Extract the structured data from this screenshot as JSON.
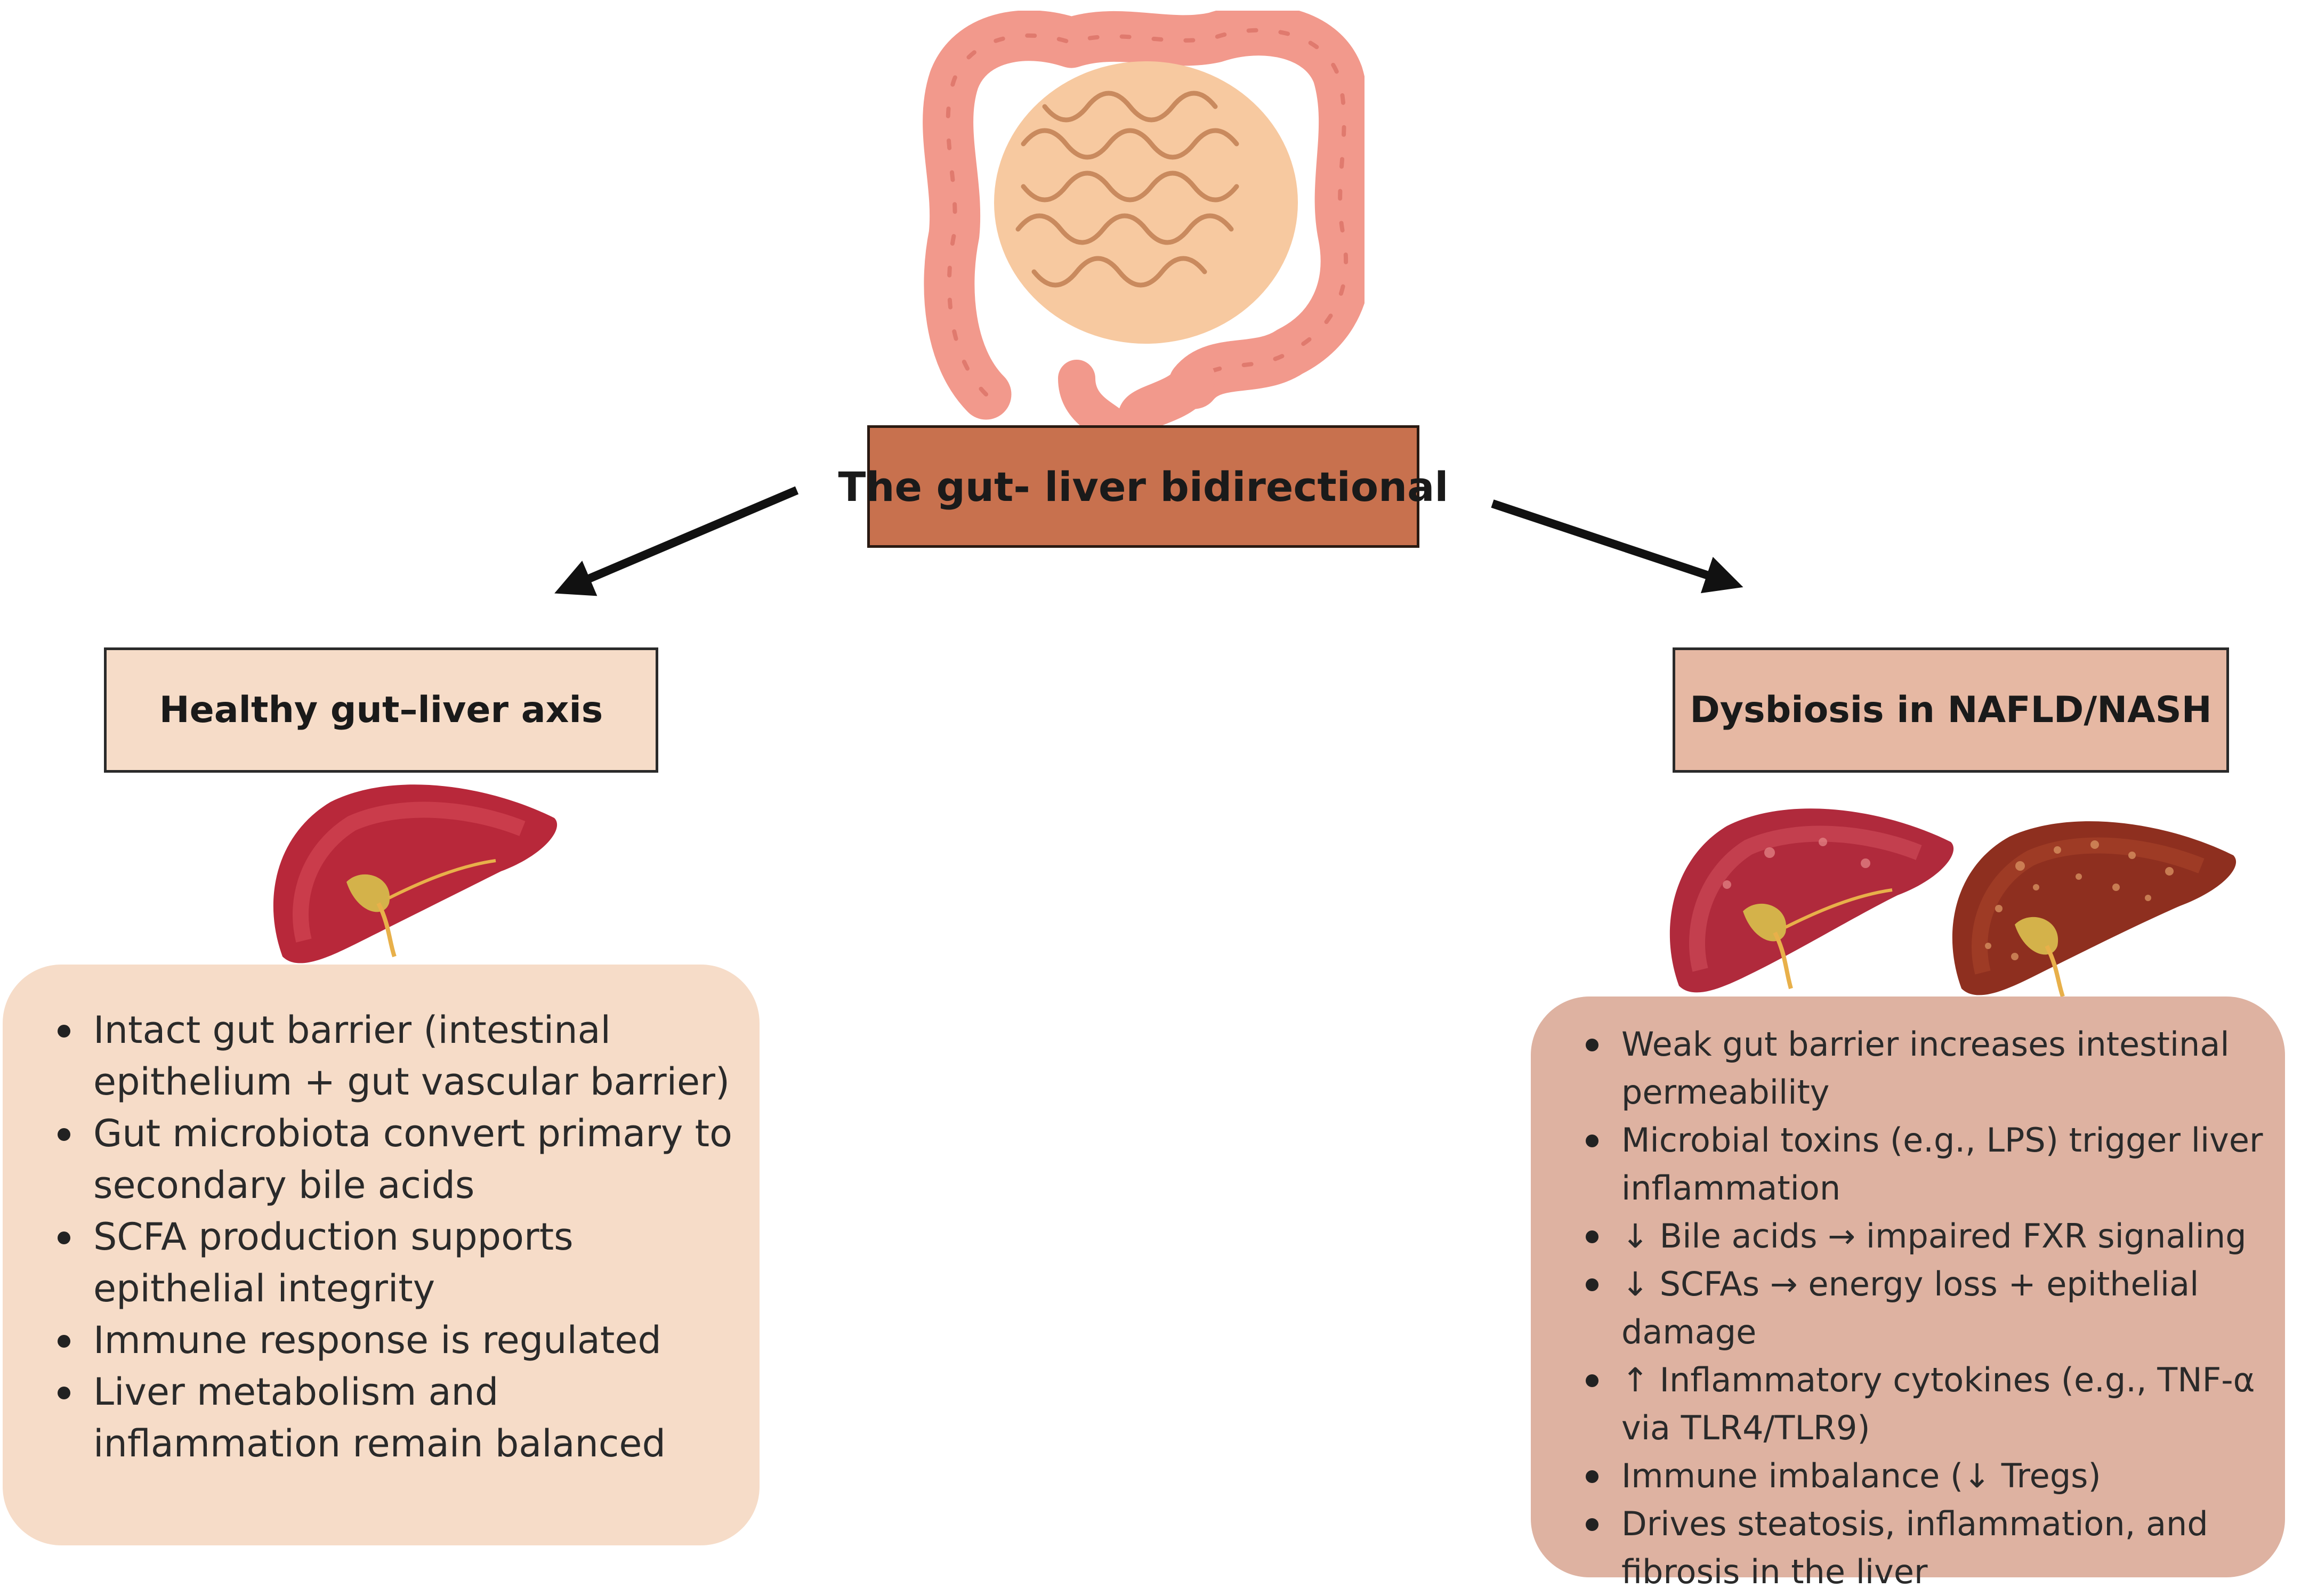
{
  "title": "The gut- liver bidirectional",
  "left": {
    "heading": "Healthy gut–liver axis",
    "items": [
      "Intact gut barrier (intestinal epithelium + gut vascular barrier)",
      "Gut microbiota convert primary to secondary bile acids",
      "SCFA production supports epithelial integrity",
      "Immune response is regulated",
      "Liver metabolism and inflammation remain balanced"
    ]
  },
  "right": {
    "heading": "Dysbiosis in NAFLD/NASH",
    "items": [
      "Weak gut barrier increases intestinal permeability",
      "Microbial toxins (e.g., LPS) trigger liver inflammation",
      "↓ Bile acids → impaired FXR signaling",
      "↓ SCFAs → energy loss + epithelial damage",
      "↑ Inflammatory cytokines (e.g., TNF-α via TLR4/TLR9)",
      "Immune imbalance (↓ Tregs)",
      "Drives steatosis, inflammation, and fibrosis in the liver"
    ]
  },
  "icons": {
    "gut": "intestine-illustration",
    "liver_healthy": "healthy-liver-illustration",
    "liver_fatty": "fatty-liver-illustration",
    "liver_damaged": "damaged-liver-illustration"
  },
  "colors": {
    "title_box": "#c8714e",
    "left_bg": "#f6dcc8",
    "right_heading_bg": "#e6b8a3",
    "right_panel_bg": "#deb2a1"
  }
}
